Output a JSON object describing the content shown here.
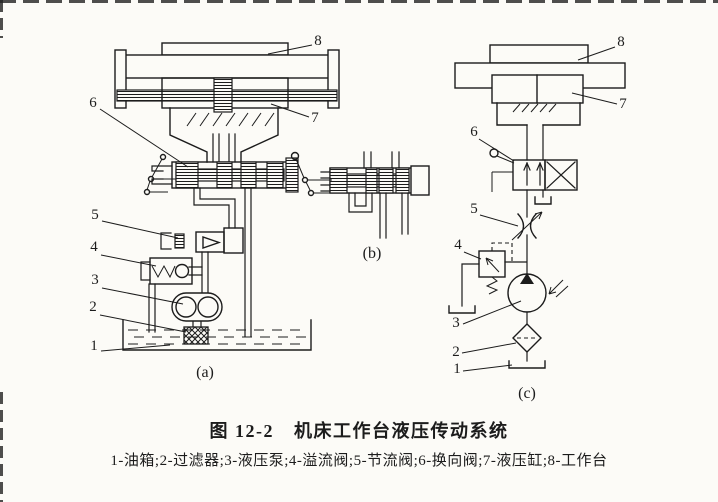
{
  "colors": {
    "ink": "#1c1c1c",
    "paper": "#fcfbf7"
  },
  "figure": {
    "caption_prefix": "图 12-2",
    "caption_title": "机床工作台液压传动系统",
    "legend": "1-油箱;2-过滤器;3-液压泵;4-溢流阀;5-节流阀;6-换向阀;7-液压缸;8-工作台",
    "parts": [
      {
        "num": "1",
        "name": "油箱"
      },
      {
        "num": "2",
        "name": "过滤器"
      },
      {
        "num": "3",
        "name": "液压泵"
      },
      {
        "num": "4",
        "name": "溢流阀"
      },
      {
        "num": "5",
        "name": "节流阀"
      },
      {
        "num": "6",
        "name": "换向阀"
      },
      {
        "num": "7",
        "name": "液压缸"
      },
      {
        "num": "8",
        "name": "工作台"
      }
    ]
  },
  "sub_a": {
    "tag": "(a)",
    "n1": "1",
    "n2": "2",
    "n3": "3",
    "n4": "4",
    "n5": "5",
    "n6": "6",
    "n7": "7",
    "n8": "8"
  },
  "sub_b": {
    "tag": "(b)"
  },
  "sub_c": {
    "tag": "(c)",
    "n1": "1",
    "n2": "2",
    "n3": "3",
    "n4": "4",
    "n5": "5",
    "n6": "6",
    "n7": "7",
    "n8": "8"
  }
}
